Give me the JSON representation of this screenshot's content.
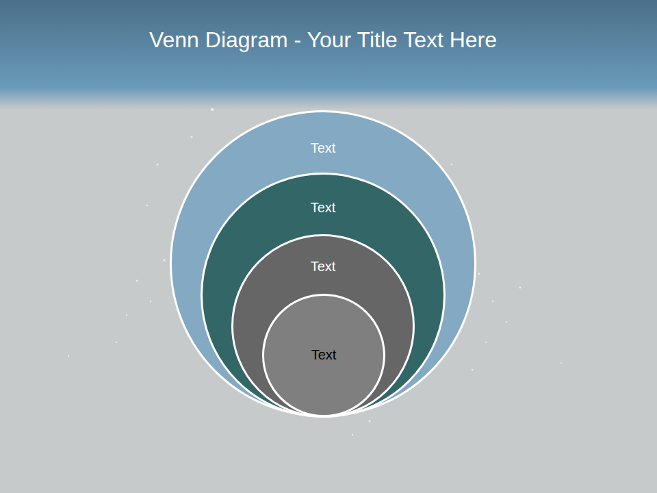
{
  "diagram": {
    "title": "Venn Diagram - Your Title Text Here",
    "nodes": [
      {
        "text": [
          "Text"
        ]
      },
      {
        "text": [
          "Text"
        ],
        "in": 0
      },
      {
        "text": [
          "Text"
        ],
        "in": 1
      },
      {
        "text": [
          "Text"
        ],
        "in": 2
      }
    ]
  }
}
